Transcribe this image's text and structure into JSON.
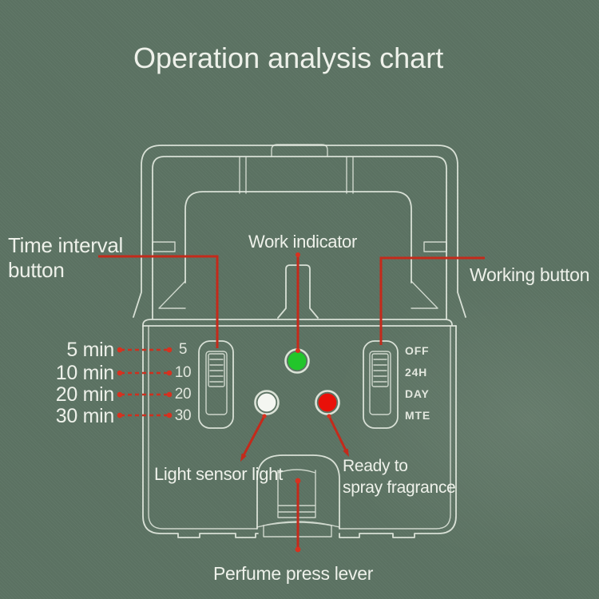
{
  "title": "Operation analysis chart",
  "colors": {
    "background": "#5c7363",
    "line_art": "#e3e9df",
    "annotation_red": "#c42a1b",
    "led_green": "#22c52b",
    "led_red": "#e91009",
    "led_white": "#f4f6f1"
  },
  "annotations": {
    "time_interval_button": {
      "line1": "Time interval",
      "line2": "button"
    },
    "work_indicator": "Work indicator",
    "working_button": "Working button",
    "light_sensor_light": "Light sensor light",
    "ready_to_spray": {
      "line1": "Ready to",
      "line2": "spray fragrance"
    },
    "perfume_press_lever": "Perfume press lever"
  },
  "time_interval_panel": {
    "items": [
      {
        "label": "5 min",
        "mark": "5"
      },
      {
        "label": "10 min",
        "mark": "10"
      },
      {
        "label": "20 min",
        "mark": "20"
      },
      {
        "label": "30 min",
        "mark": "30"
      }
    ]
  },
  "working_mode_panel": {
    "modes": [
      "OFF",
      "24H",
      "DAY",
      "MTE"
    ]
  },
  "indicators": [
    {
      "name": "work-indicator-led",
      "color_key": "led_green"
    },
    {
      "name": "light-sensor-led",
      "color_key": "led_white"
    },
    {
      "name": "spray-ready-led",
      "color_key": "led_red"
    }
  ]
}
